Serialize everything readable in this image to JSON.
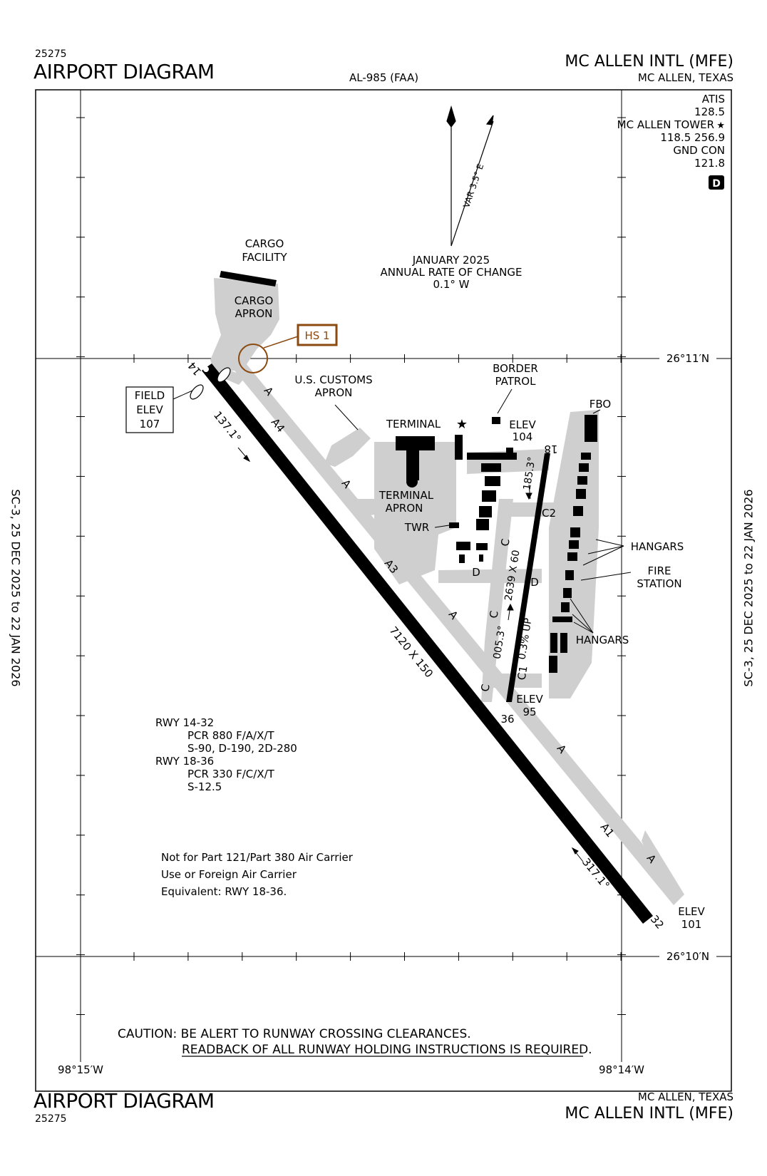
{
  "header": {
    "chart_number_top": "25275",
    "title_top": "AIRPORT DIAGRAM",
    "al_number": "AL-985 (FAA)",
    "airport_name_top": "MC ALLEN INTL (MFE)",
    "city_state_top": "MC ALLEN, TEXAS"
  },
  "footer": {
    "title_bottom": "AIRPORT DIAGRAM",
    "chart_number_bottom": "25275",
    "city_state_bottom": "MC ALLEN, TEXAS",
    "airport_name_bottom": "MC ALLEN INTL (MFE)"
  },
  "side_text": {
    "left": "SC-3,  25 DEC 2025  to  22 JAN 2026",
    "right": "SC-3,  25 DEC 2025  to  22 JAN 2026"
  },
  "frequencies": {
    "atis_label": "ATIS",
    "atis_freq": "128.5",
    "tower_label": "MC ALLEN TOWER",
    "tower_symbol": "★",
    "tower_freq": "118.5 256.9",
    "gnd_label": "GND CON",
    "gnd_freq": "121.8",
    "airspace_class": "D"
  },
  "magnetic": {
    "variation": "VAR 3.5° E",
    "date": "JANUARY 2025",
    "rate_label": "ANNUAL RATE OF CHANGE",
    "rate_value": "0.1° W"
  },
  "coordinates": {
    "lat_north": "26°11′N",
    "lat_south": "26°10′N",
    "lon_west": "98°15′W",
    "lon_east": "98°14′W"
  },
  "hotspot": {
    "label": "HS 1",
    "color": "#8B4A0F"
  },
  "runways": [
    {
      "id": "14-32",
      "dims": "7120 X 150",
      "end_a": "14",
      "end_b": "32",
      "hdg_a": "137.1°",
      "hdg_b": "317.1°"
    },
    {
      "id": "18-36",
      "dims": "2639 X 60",
      "end_a": "18",
      "end_b": "36",
      "hdg_a": "185.3°",
      "hdg_b": "005.3°",
      "slope": "0.3% UP"
    }
  ],
  "elevations": {
    "field_label_1": "FIELD",
    "field_label_2": "ELEV",
    "field_value": "107",
    "rwy18_label": "ELEV",
    "rwy18_value": "104",
    "rwy36_label": "ELEV",
    "rwy36_value": "95",
    "rwy32_label": "ELEV",
    "rwy32_value": "101"
  },
  "labels": {
    "cargo_facility_1": "CARGO",
    "cargo_facility_2": "FACILITY",
    "cargo_apron_1": "CARGO",
    "cargo_apron_2": "APRON",
    "customs_1": "U.S. CUSTOMS",
    "customs_2": "APRON",
    "border_1": "BORDER",
    "border_2": "PATROL",
    "terminal": "TERMINAL",
    "terminal_apron_1": "TERMINAL",
    "terminal_apron_2": "APRON",
    "twr": "TWR",
    "fbo": "FBO",
    "hangars_upper": "HANGARS",
    "fire_1": "FIRE",
    "fire_2": "STATION",
    "hangars_lower": "HANGARS"
  },
  "taxiways": {
    "a": "A",
    "a1": "A1",
    "a3": "A3",
    "a4": "A4",
    "c": "C",
    "c1": "C1",
    "c2": "C2",
    "d": "D"
  },
  "runway_info": {
    "rwy1": "RWY 14-32",
    "rwy1_pcr": "PCR 880 F/A/X/T",
    "rwy1_strength": "S-90, D-190, 2D-280",
    "rwy2": "RWY 18-36",
    "rwy2_pcr": "PCR 330 F/C/X/T",
    "rwy2_strength": "S-12.5"
  },
  "notes": {
    "line1": "Not for Part 121/Part 380 Air Carrier",
    "line2": "Use or Foreign Air Carrier",
    "line3": "Equivalent: RWY 18-36."
  },
  "caution": {
    "line1": "CAUTION: BE ALERT TO RUNWAY CROSSING CLEARANCES.",
    "line2": "READBACK OF ALL RUNWAY HOLDING INSTRUCTIONS IS REQUIRED."
  }
}
